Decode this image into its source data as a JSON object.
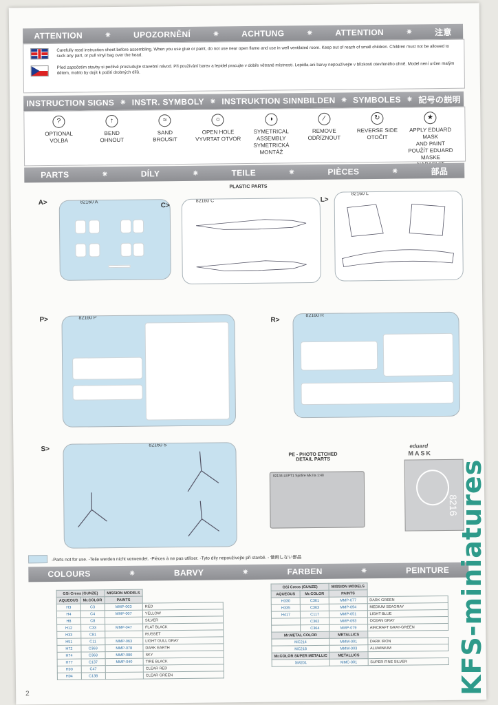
{
  "attention_bar": [
    "ATTENTION",
    "UPOZORNĚNÍ",
    "ACHTUNG",
    "ATTENTION",
    "注意"
  ],
  "attention": {
    "en": "Carefully read instruction sheet before assembling. When you use glue or paint, do not use near open flame and use in well ventilated room. Keep out of reach of small children. Children must not be allowed to suck any part, or pull vinyl bag over the head.",
    "cz": "Před započetím stavby si pečlivě prostudujte stavební návod. Při používání barev a lepidel pracujte v dobře větrané místnosti. Lepidla ani barvy nepoužívejte v blízkosti otevřeného ohně. Model není určen malým dětem, mohlo by dojít k požití drobných dílů."
  },
  "signs_bar": [
    "INSTRUCTION SIGNS",
    "INSTR. SYMBOLY",
    "INSTRUKTION SINNBILDEN",
    "SYMBOLES",
    "記号の説明"
  ],
  "signs": [
    {
      "icon": "question-icon",
      "glyph": "?",
      "label": "OPTIONAL\nVOLBA"
    },
    {
      "icon": "bend-arrow-icon",
      "glyph": "↑",
      "label": "BEND\nOHNOUT"
    },
    {
      "icon": "sand-icon",
      "glyph": "≈",
      "label": "SAND\nBROUSIT"
    },
    {
      "icon": "open-hole-icon",
      "glyph": "○",
      "label": "OPEN HOLE\nVYVRTAT OTVOR"
    },
    {
      "icon": "symmetrical-icon",
      "glyph": "◑",
      "label": "SYMETRICAL ASSEMBLY\nSYMETRICKÁ MONTÁŽ"
    },
    {
      "icon": "remove-icon",
      "glyph": "⁄",
      "label": "REMOVE\nODŘÍZNOUT"
    },
    {
      "icon": "reverse-side-icon",
      "glyph": "↻",
      "label": "REVERSE SIDE\nOTOČIT"
    },
    {
      "icon": "mask-star-icon",
      "glyph": "★",
      "label": "APPLY EDUARD MASK\nAND PAINT\nPOUŽÍT EDUARD MASKE\nNABARVIT"
    }
  ],
  "parts_bar": [
    "PARTS",
    "DÍLY",
    "TEILE",
    "PIÈCES",
    "部品"
  ],
  "parts": {
    "plastic_parts_label": "PLASTIC PARTS",
    "sprues": [
      {
        "letter": "A>",
        "code": "82160 A"
      },
      {
        "letter": "C>",
        "code": "82160 C"
      },
      {
        "letter": "L>",
        "code": "82160 L"
      },
      {
        "letter": "P>",
        "code": "82160 P"
      },
      {
        "letter": "R>",
        "code": "82160 R"
      },
      {
        "letter": "S>",
        "code": "82160 S"
      }
    ],
    "pe_label": "PE - PHOTO ETCHED\nDETAIL PARTS",
    "pe_fret_title": "82134-LEPT1  Spitfire Mk.IIa  1:48",
    "mask_label": "MASK",
    "mask_brand": "eduard",
    "mask_code": "8216",
    "legend_text": "-Parts not for use.  -Teile werden nicht verwendet.  -Pièces à ne pas utiliser.  -Tyto díly nepoužívejte při stavbě.  -  使用しない部品"
  },
  "colours_bar": [
    "COLOURS",
    "BARVY",
    "FARBEN",
    "PEINTURE"
  ],
  "colour_table_left": {
    "header_gsi": "GSi Creos (GUNZE)",
    "header_mission": "MISSION MODELS",
    "col_aqueous": "AQUEOUS",
    "col_mrcolor": "Mr.COLOR",
    "col_paints": "PAINTS",
    "rows": [
      {
        "aq": "H3",
        "mr": "C3",
        "mm": "MMP-003",
        "name": "RED"
      },
      {
        "aq": "H4",
        "mr": "C4",
        "mm": "MMP-007",
        "name": "YELLOW"
      },
      {
        "aq": "H8",
        "mr": "C8",
        "mm": "",
        "name": "SILVER"
      },
      {
        "aq": "H12",
        "mr": "C33",
        "mm": "MMP-047",
        "name": "FLAT BLACK"
      },
      {
        "aq": "H33",
        "mr": "C81",
        "mm": "",
        "name": "RUSSET"
      },
      {
        "aq": "H51",
        "mr": "C11",
        "mm": "MMP-063",
        "name": "LIGHT GULL GRAY"
      },
      {
        "aq": "H72",
        "mr": "C369",
        "mm": "MMP-078",
        "name": "DARK EARTH"
      },
      {
        "aq": "H74",
        "mr": "C368",
        "mm": "MMP-080",
        "name": "SKY"
      },
      {
        "aq": "H77",
        "mr": "C137",
        "mm": "MMP-040",
        "name": "TIRE BLACK"
      },
      {
        "aq": "H90",
        "mr": "C47",
        "mm": "",
        "name": "CLEAR RED"
      },
      {
        "aq": "H94",
        "mr": "C138",
        "mm": "",
        "name": "CLEAR GREEN"
      }
    ]
  },
  "colour_table_right": {
    "header_gsi": "GSi Creos (GUNZE)",
    "header_mission": "MISSION MODELS",
    "col_aqueous": "AQUEOUS",
    "col_mrcolor": "Mr.COLOR",
    "col_paints": "PAINTS",
    "rows": [
      {
        "aq": "H330",
        "mr": "C361",
        "mm": "MMP-077",
        "name": "DARK GREEN"
      },
      {
        "aq": "H335",
        "mr": "C363",
        "mm": "MMP-094",
        "name": "MEDIUM SEAGRAY"
      },
      {
        "aq": "H417",
        "mr": "C117",
        "mm": "MMP-051",
        "name": "LIGHT BLUE"
      },
      {
        "aq": "",
        "mr": "C362",
        "mm": "MMP-093",
        "name": "OCEAN GRAY"
      },
      {
        "aq": "",
        "mr": "C364",
        "mm": "MMP-079",
        "name": "AIRCRAFT GRAY-GREEN"
      }
    ],
    "metal_header": "Mr.METAL COLOR",
    "metallics_header": "METALLICS",
    "metal_rows": [
      {
        "code": "MC214",
        "mm": "MMM-001",
        "name": "DARK IRON"
      },
      {
        "code": "MC218",
        "mm": "MMM-003",
        "name": "ALUMINIUM"
      }
    ],
    "super_header": "Mr.COLOR SUPER METALLIC",
    "super_metallics_header": "METALLICS",
    "super_rows": [
      {
        "code": "SM201",
        "mm": "MMC-001",
        "name": "SUPER FINE SILVER"
      }
    ]
  },
  "page_number": "2",
  "watermark": "KFS-miniatures",
  "colors": {
    "bar": "#8e8f93",
    "sprue_blue": "#c7e1ef",
    "code_blue": "#2b6fa6",
    "watermark": "#2e9a8a"
  }
}
